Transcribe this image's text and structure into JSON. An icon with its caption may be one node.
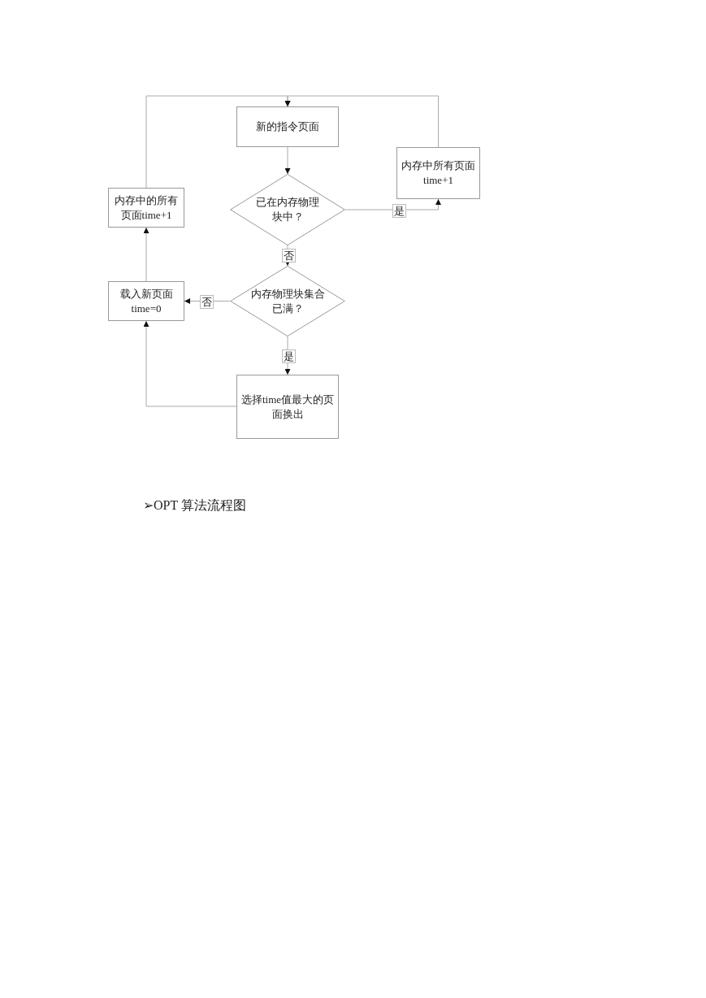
{
  "diagram": {
    "caption": "➢OPT 算法流程图",
    "nodes": [
      {
        "text": [
          "新的指令页面"
        ]
      },
      {
        "text": [
          "已在内存物理块中？"
        ]
      },
      {
        "text": [
          "内存中所有页面 time+1"
        ]
      },
      {
        "text": [
          "内存中的所有页面time+1"
        ]
      },
      {
        "text": [
          "内存物理块集合已满？"
        ]
      },
      {
        "text": [
          "载入新页面 time=0"
        ]
      },
      {
        "text": [
          "选择time值最大的页面换出"
        ]
      }
    ],
    "edges": [
      {
        "from": 0,
        "to": 1,
        "arrow": "to"
      },
      {
        "from": 1,
        "to": 2,
        "arrow": "to",
        "label": "是"
      },
      {
        "from": 2,
        "to": 0,
        "arrow": "to"
      },
      {
        "from": 3,
        "to": 0,
        "arrow": "to"
      },
      {
        "from": 1,
        "to": 4,
        "arrow": "to",
        "label": "否"
      },
      {
        "from": 4,
        "to": 5,
        "arrow": "to",
        "label": "否"
      },
      {
        "from": 4,
        "to": 6,
        "arrow": "to",
        "label": "是"
      },
      {
        "from": 6,
        "to": 5,
        "arrow": "to"
      },
      {
        "from": 5,
        "to": 3,
        "arrow": "to"
      }
    ]
  }
}
